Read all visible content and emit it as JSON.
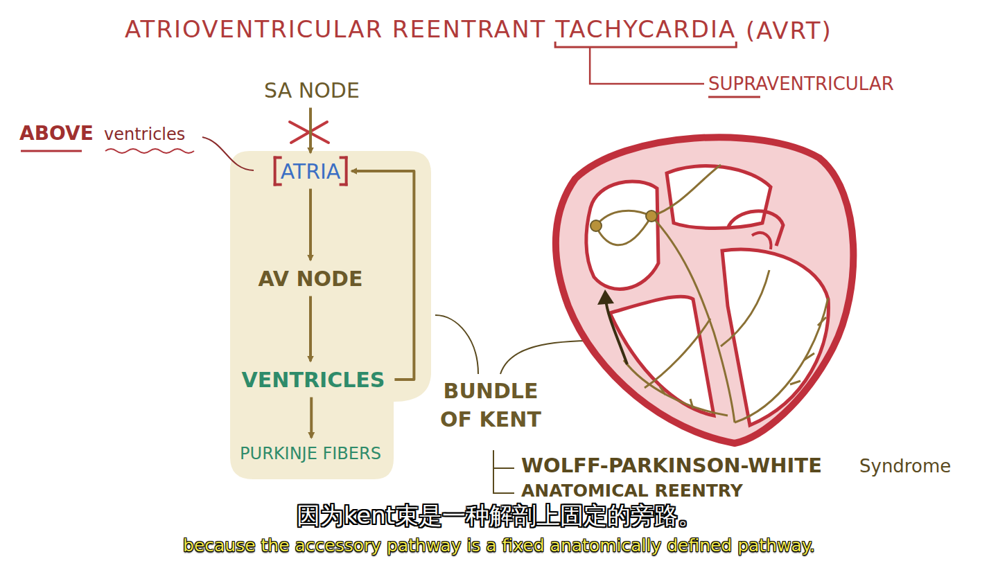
{
  "diagram": {
    "title": "ATRIOVENTRICULAR REENTRANT TACHYCARDIA",
    "nodes": [
      {
        "text": [
          "SA NODE"
        ]
      },
      {
        "text": [
          "ATRIA"
        ]
      },
      {
        "text": [
          "AV NODE"
        ]
      },
      {
        "text": [
          "VENTRICLES"
        ]
      },
      {
        "text": [
          "PURKINJE FIBERS"
        ]
      }
    ],
    "edges": [
      {
        "from": 0,
        "to": 1,
        "arrow": "to"
      },
      {
        "from": 1,
        "to": 2,
        "arrow": "to"
      },
      {
        "from": 2,
        "to": 3,
        "arrow": "to"
      },
      {
        "from": 3,
        "to": 4,
        "arrow": "to"
      },
      {
        "from": 3,
        "to": 1,
        "arrow": "to"
      }
    ],
    "labels": [
      "(AVRT)",
      "SUPRAVENTRICULAR",
      "ABOVE",
      "ventricles",
      "BUNDLE OF KENT",
      "WOLFF-PARKINSON-WHITE",
      "Syndrome",
      "ANATOMICAL REENTRY",
      "因为kent束是一种解剖上固定的旁路。",
      "because the accessory pathway is a fixed anatomically defined pathway."
    ]
  }
}
